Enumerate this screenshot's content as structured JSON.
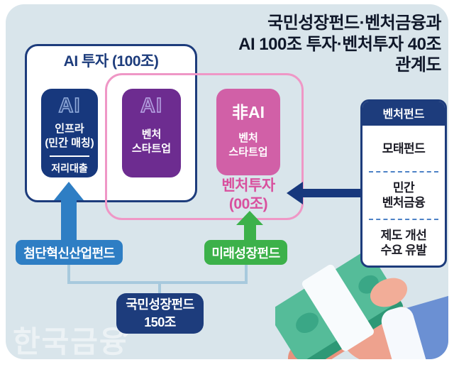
{
  "title": {
    "lines": [
      "국민성장펀드·벤처금융과",
      "AI 100조 투자·벤처투자 40조",
      "관계도"
    ]
  },
  "ai_box": {
    "title": "AI 투자 (100조)"
  },
  "blocks": {
    "ai_infra": {
      "tag": "AI",
      "label": "인프라\n(민간 매칭)",
      "footer": "저리대출"
    },
    "ai_venture": {
      "tag": "AI",
      "label": "벤처\n스타트업"
    },
    "non_ai_venture": {
      "tag": "非AI",
      "label": "벤처\n스타트업"
    }
  },
  "venture_invest_label": {
    "line1": "벤처투자",
    "line2": "(00조)"
  },
  "venture_fund_box": {
    "header": "벤처펀드",
    "items": [
      "모태펀드",
      "민간\n벤처금융",
      "제도 개선\n수요 유발"
    ]
  },
  "badges": {
    "advanced": "첨단혁신산업펀드",
    "future": "미래성장펀드",
    "national_line1": "국민성장펀드",
    "national_line2": "150조"
  },
  "watermark": "한국금융",
  "colors": {
    "canvas": "#d9e5eb",
    "navy": "#1d3c7c",
    "navy_block": "#17387d",
    "purple": "#6d2c90",
    "pink_block": "#d160a7",
    "pink_border": "#ef97c6",
    "pink_text": "#d9509e",
    "blue": "#2e7ec4",
    "green": "#3cb14a",
    "connector": "#a7c9dd",
    "money_green": "#55bc99",
    "sleeve_blue": "#6b90d3"
  }
}
